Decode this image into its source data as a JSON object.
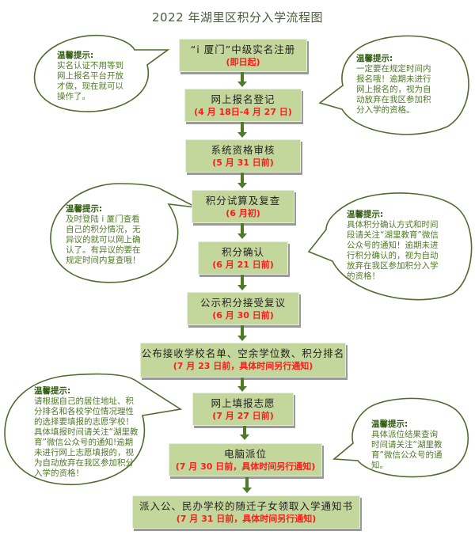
{
  "title": "2022 年湖里区积分入学流程图",
  "colors": {
    "box_fill": "#c3d69b",
    "arrow": "#4f7a28",
    "date_red": "#ff1a1a",
    "bubble_text": "#4f7a28",
    "bubble_outline": "#4f6b2f"
  },
  "steps": [
    {
      "label": "“i 厦门”中级实名注册",
      "date": "(即日起)"
    },
    {
      "label": "网上报名登记",
      "date": "(4 月 18日-4 月 27 日)"
    },
    {
      "label": "系统资格审核",
      "date": "(5 月 31 日前)"
    },
    {
      "label": "积分试算及复查",
      "date": "(6 月初)"
    },
    {
      "label": "积分确认",
      "date": "(6 月 21 日前)"
    },
    {
      "label": "公示积分接受复议",
      "date": "(6 月 30 日前)"
    },
    {
      "label": "公布接收学校名单、空余学位数、积分排名",
      "date": "(7 月 23 日前，具体时间另行通知)"
    },
    {
      "label": "网上填报志愿",
      "date": "(7 月 27 日前)"
    },
    {
      "label": "电脑派位",
      "date": "(7 月 30 日前，具体时间另行通知)"
    },
    {
      "label": "派入公、民办学校的随迁子女领取入学通知书",
      "date": "(7 月 31 日前，具体时间另行通知)"
    }
  ],
  "tips": [
    {
      "heading": "温馨提示:",
      "body": "实名认证不用等到网上报名平台开放才做，现在就可以操作了。"
    },
    {
      "heading": "温馨提示:",
      "body": "一定要在规定时间内报名哦！逾期未进行网上报名的，视为自动放弃在我区参加积分入学的资格。"
    },
    {
      "heading": "温馨提示:",
      "body": "及时登陆 i 厦门查看自己的积分情况，无异议的就可以网上确认了。有异议的要在规定时间内复查哦！"
    },
    {
      "heading": "温馨提示:",
      "body": "具体积分确认方式和时间段请关注“湖里教育”微信公众号的通知！逾期未进行积分确认的，视为自动放弃在我区参加积分入学的资格！"
    },
    {
      "heading": "温馨提示:",
      "body": "请根据自己的居住地址、积分排名和各校学位情况理性的选择要填报的志愿学校！具体填报时间请关注“湖里教育”微信公众号的通知!逾期未进行网上志愿填报的，视为自动放弃在我区参加积分入学的资格！"
    },
    {
      "heading": "温馨提示:",
      "body": "具体派位结果查询时间请关注“湖里教育”微信公众号的通知。"
    }
  ]
}
